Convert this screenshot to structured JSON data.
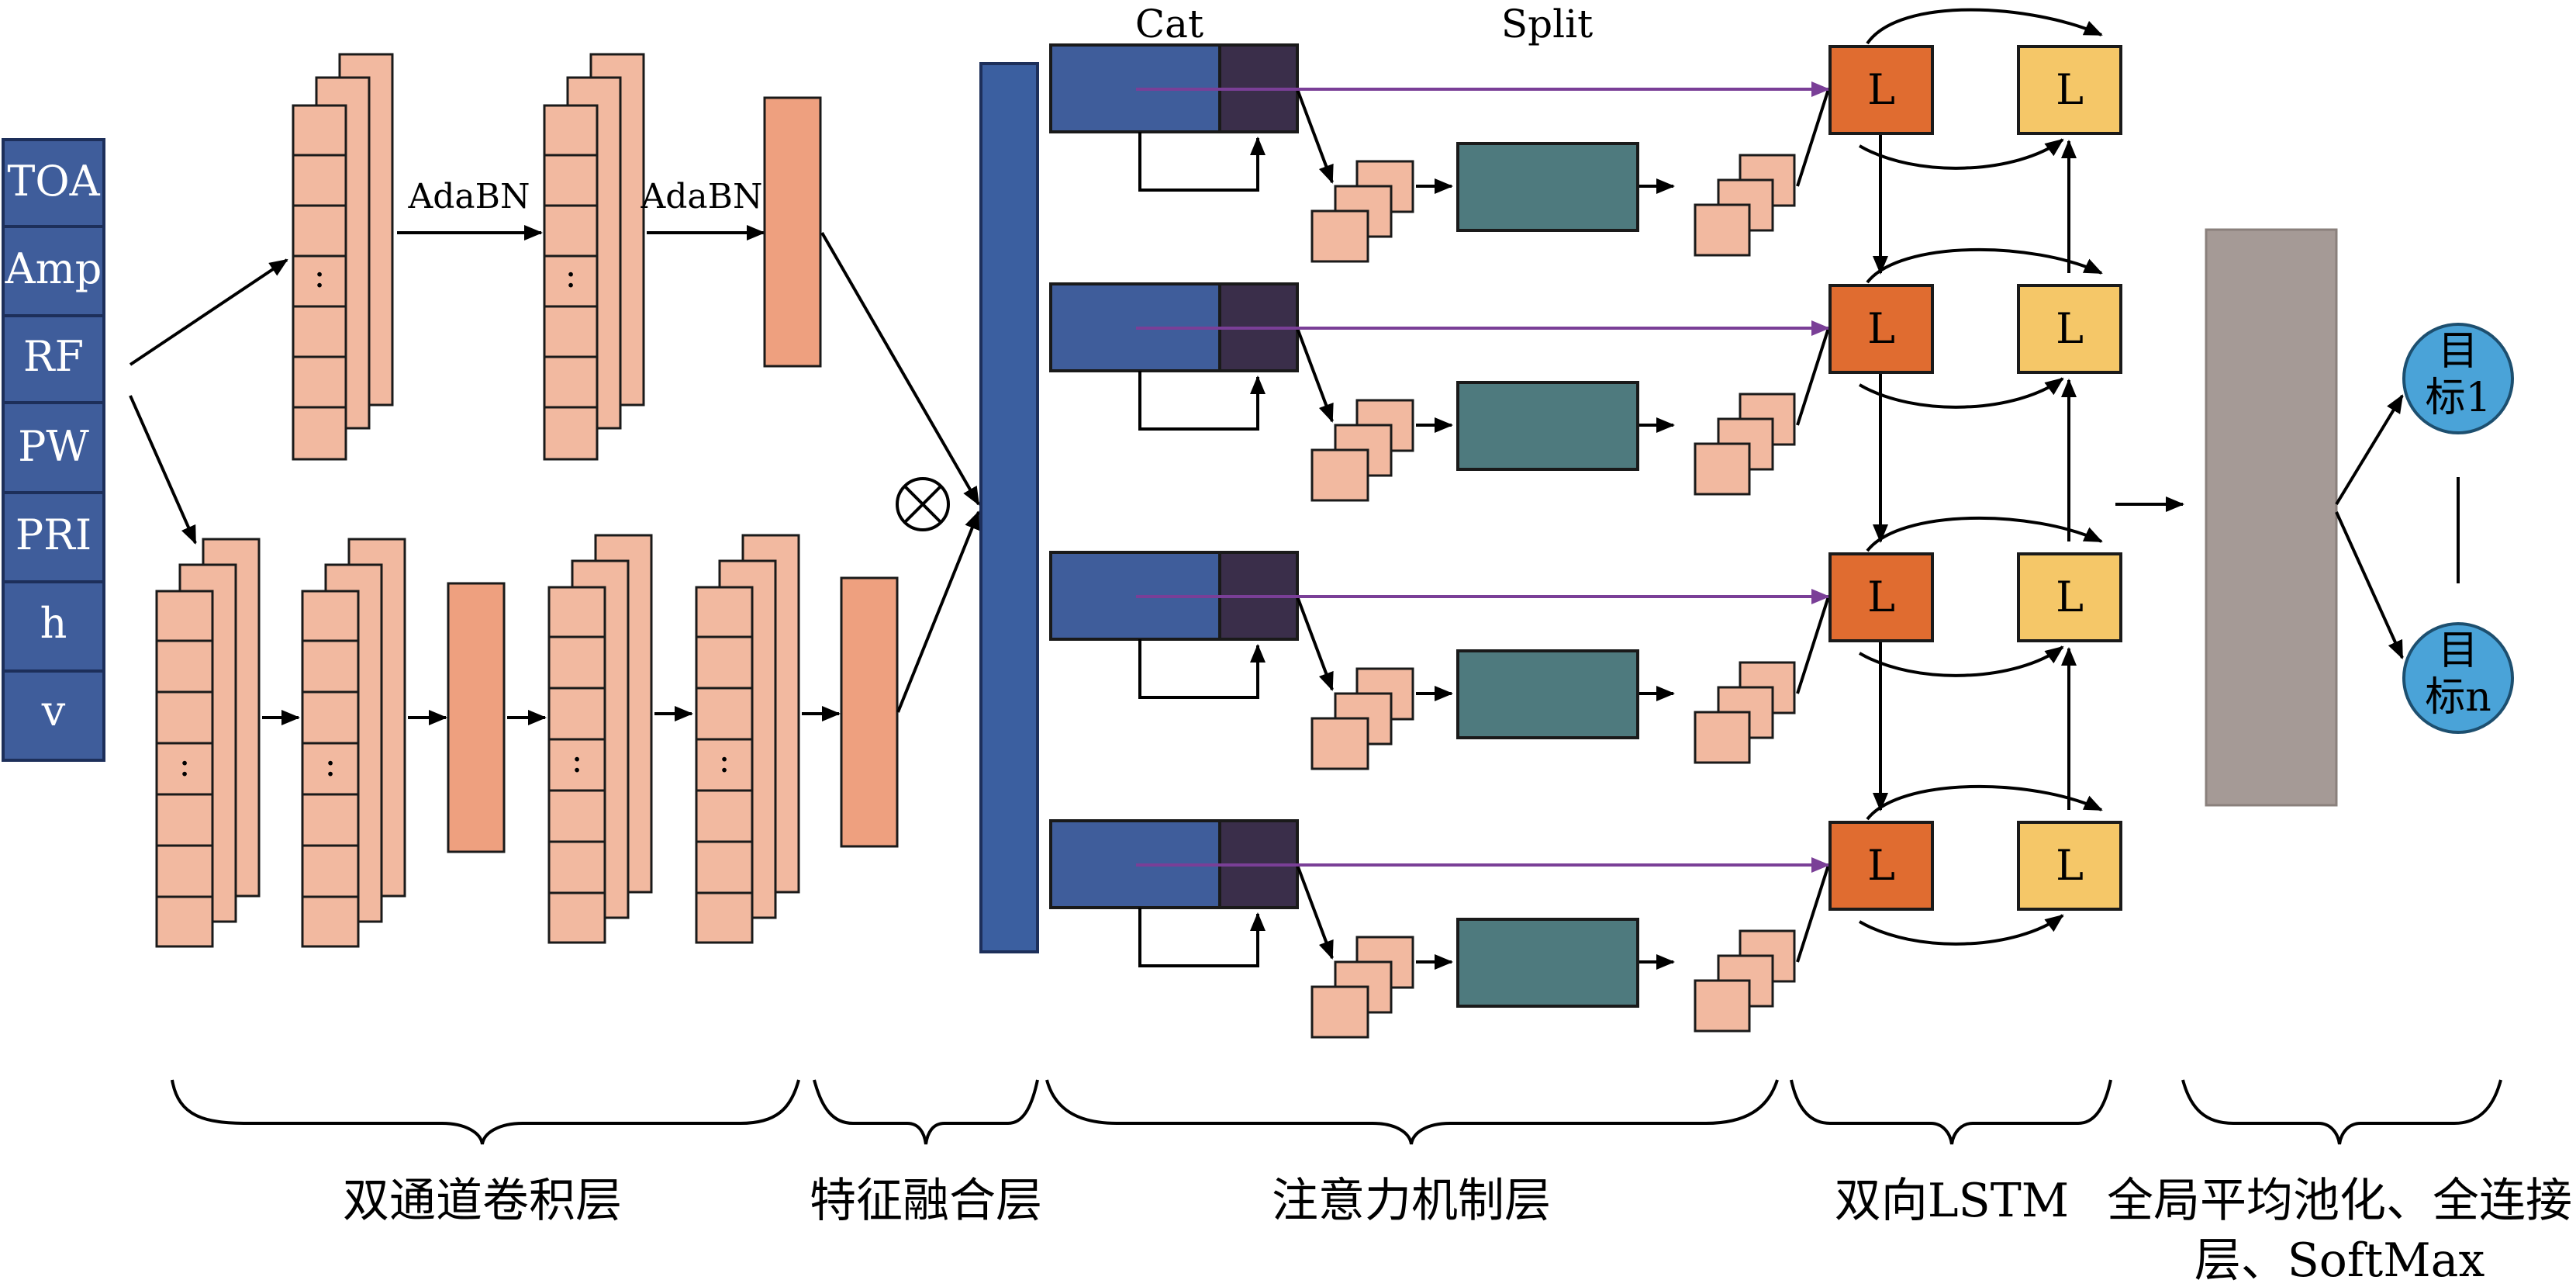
{
  "input_features": [
    "TOA",
    "Amp",
    "RF",
    "PW",
    "PRI",
    "h",
    "v"
  ],
  "conv": {
    "adabn_1": "AdaBN",
    "adabn_2": "AdaBN",
    "ellipsis": ":"
  },
  "attention": {
    "cat": "Cat",
    "split": "Split"
  },
  "lstm": {
    "cell": "L"
  },
  "outputs": [
    {
      "line1": "目",
      "line2": "标1"
    },
    {
      "line1": "目",
      "line2": "标n"
    }
  ],
  "sections": {
    "dual_conv": "双通道卷积层",
    "fusion": "特征融合层",
    "attention": "注意力机制层",
    "bilstm": "双向LSTM",
    "gap_line1": "全局平均池化、全连接",
    "gap_line2": "层、SoftMax"
  },
  "colors": {
    "input": "#3f5d9b",
    "conv": "#f2b9a0",
    "conv_dark": "#eea07f",
    "fusion": "#3b5fa0",
    "attn_dark": "#3a2e4a",
    "attn_teal": "#4e7a7e",
    "lstm_fwd": "#e06c30",
    "lstm_bwd": "#f5c768",
    "pool": "#a59a96",
    "output": "#4aa3d8",
    "purple": "#7a3f97"
  }
}
